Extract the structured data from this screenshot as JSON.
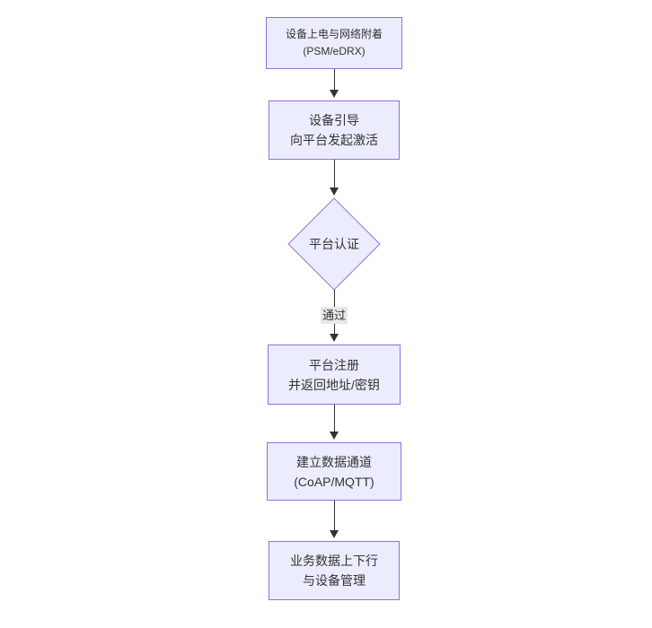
{
  "diagram": {
    "type": "flowchart",
    "direction": "top-down",
    "colors": {
      "background": "#ffffff",
      "node_fill": "#ECECFF",
      "node_border": "#9370DB",
      "text": "#333333",
      "edge": "#333333",
      "edge_label_bg": "#e8e8e8"
    },
    "nodes": [
      {
        "id": "A",
        "shape": "rect",
        "lines": [
          "设备上电与网络附着",
          "(PSM/eDRX)"
        ]
      },
      {
        "id": "B",
        "shape": "rect",
        "lines": [
          "设备引导",
          "向平台发起激活"
        ]
      },
      {
        "id": "C",
        "shape": "diamond",
        "lines": [
          "平台认证"
        ]
      },
      {
        "id": "D",
        "shape": "rect",
        "lines": [
          "平台注册",
          "并返回地址/密钥"
        ]
      },
      {
        "id": "E",
        "shape": "rect",
        "lines": [
          "建立数据通道",
          "(CoAP/MQTT)"
        ]
      },
      {
        "id": "F",
        "shape": "rect",
        "lines": [
          "业务数据上下行",
          "与设备管理"
        ]
      }
    ],
    "edges": [
      {
        "from": "A",
        "to": "B",
        "label": ""
      },
      {
        "from": "B",
        "to": "C",
        "label": ""
      },
      {
        "from": "C",
        "to": "D",
        "label": "通过"
      },
      {
        "from": "D",
        "to": "E",
        "label": ""
      },
      {
        "from": "E",
        "to": "F",
        "label": ""
      }
    ]
  }
}
